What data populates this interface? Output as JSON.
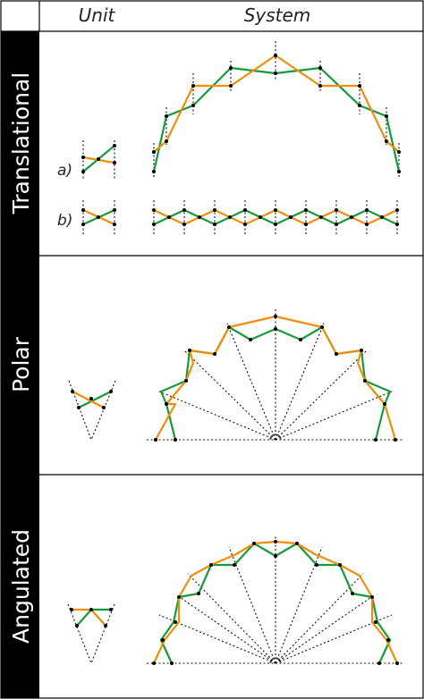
{
  "header": {
    "col_unit": "Unit",
    "col_system": "System"
  },
  "rows": [
    {
      "label": "Translational",
      "sub_a": "a)",
      "sub_b": "b)"
    },
    {
      "label": "Polar"
    },
    {
      "label": "Angulated"
    }
  ],
  "colors": {
    "green": "#169a3a",
    "orange": "#f08d0b",
    "label_band": "#000000"
  }
}
